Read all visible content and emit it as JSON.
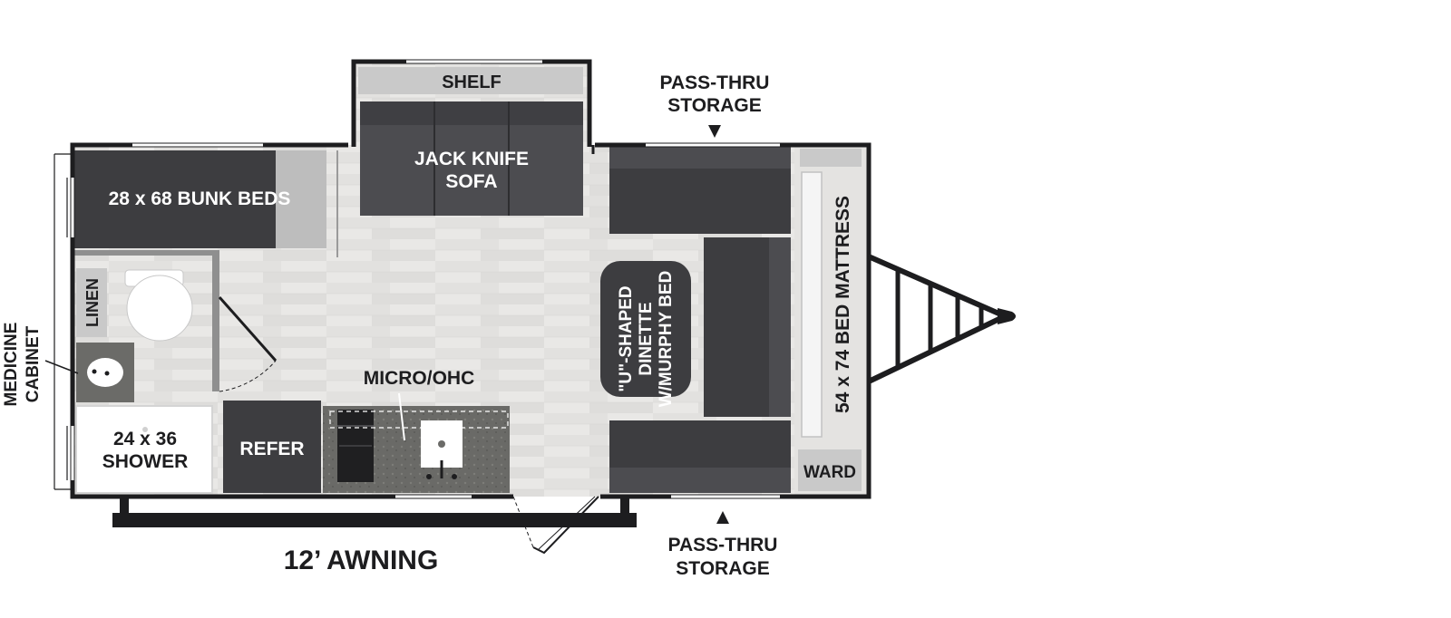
{
  "floorplan": {
    "rooms": {
      "shelf": "SHELF",
      "sofa_line1": "JACK KNIFE",
      "sofa_line2": "SOFA",
      "bunk_beds": "28 x 68 BUNK BEDS",
      "linen": "LINEN",
      "medicine_cabinet_line1": "MEDICINE",
      "medicine_cabinet_line2": "CABINET",
      "shower_line1": "24 x 36",
      "shower_line2": "SHOWER",
      "refer": "REFER",
      "micro_ohc": "MICRO/OHC",
      "dinette_line1": "\"U\"-SHAPED",
      "dinette_line2": "DINETTE",
      "dinette_line3": "W/MURPHY BED",
      "bed_mattress": "54 x 74 BED MATTRESS",
      "ward": "WARD"
    },
    "callouts": {
      "pass_thru_top_line1": "PASS-THRU",
      "pass_thru_top_line2": "STORAGE",
      "pass_thru_bottom_line1": "PASS-THRU",
      "pass_thru_bottom_line2": "STORAGE",
      "awning": "12’ AWNING"
    },
    "colors": {
      "wall": "#1d1d1f",
      "floor": "#e7e6e4",
      "dark_furniture": "#3d3d40",
      "cushion": "#4c4c50",
      "light_gray": "#c9c9c9",
      "counter": "#6b6b68"
    }
  }
}
